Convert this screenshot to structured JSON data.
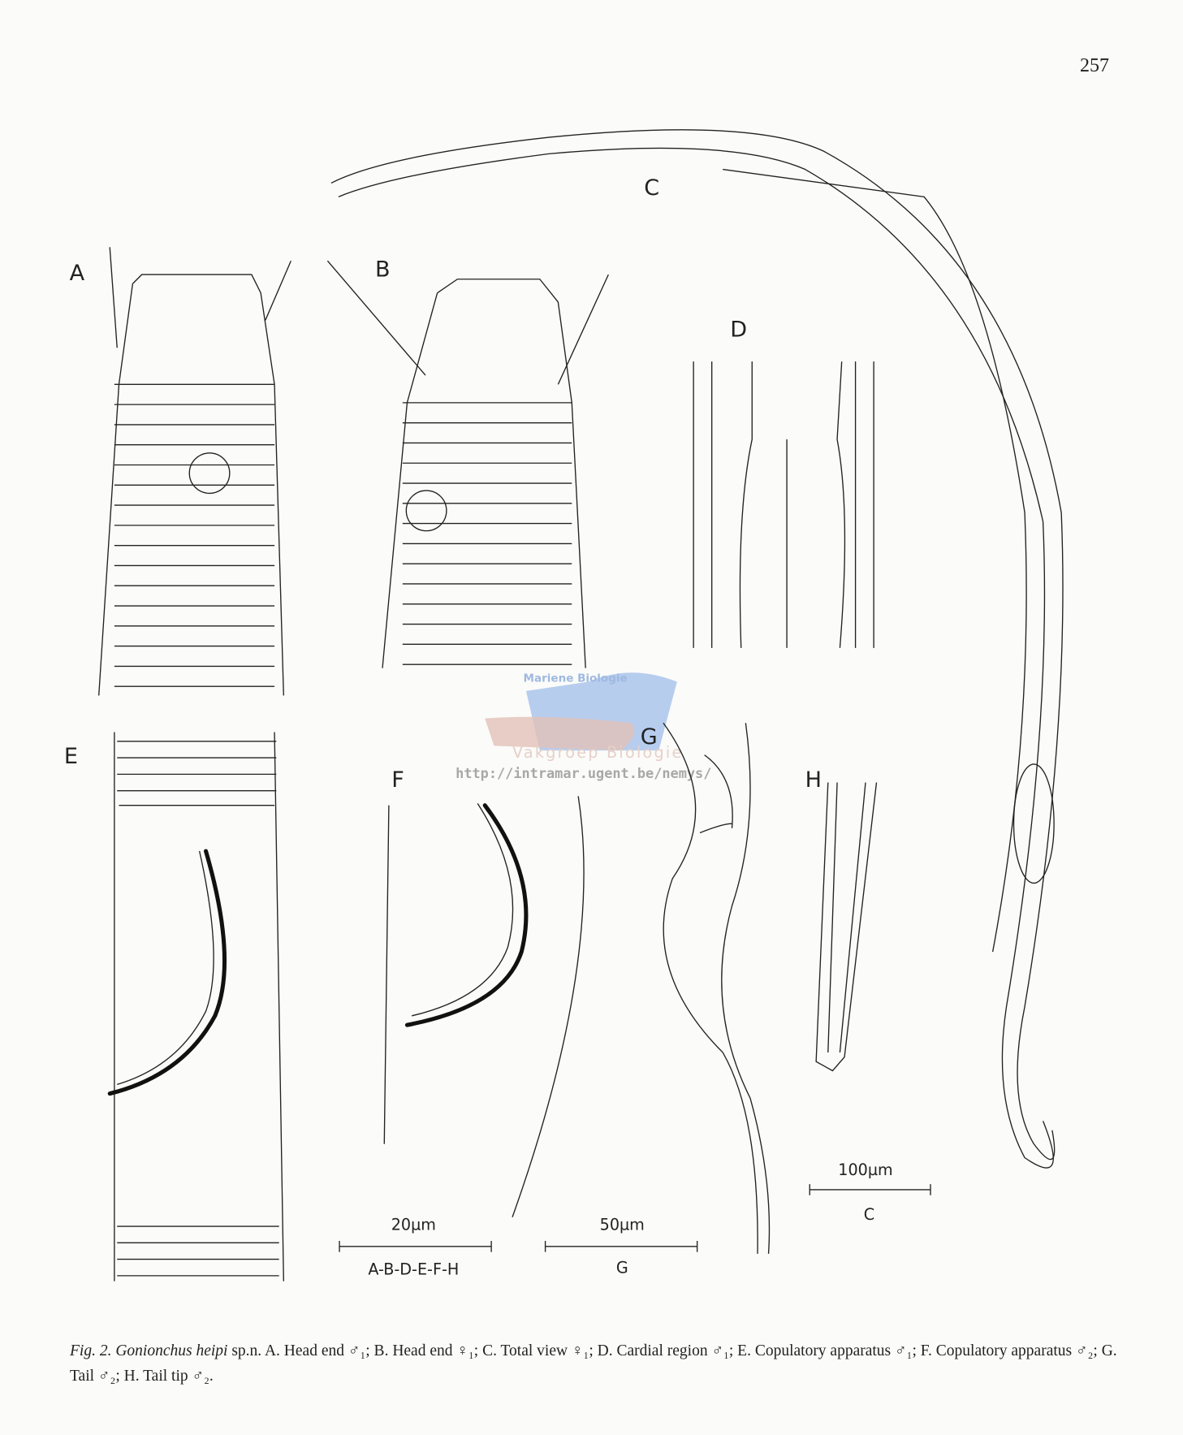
{
  "page_number": "257",
  "panel_labels": {
    "A": "A",
    "B": "B",
    "C": "C",
    "D": "D",
    "E": "E",
    "F": "F",
    "G": "G",
    "H": "H"
  },
  "scale_bars": [
    {
      "value": "100µm",
      "applies_to": "C"
    },
    {
      "value": "20µm",
      "applies_to": "A-B-D-E-F-H"
    },
    {
      "value": "50µm",
      "applies_to": "G"
    }
  ],
  "watermark": {
    "title": "Mariene Biologie",
    "subtitle": "Vakgroep Biologie",
    "url": "http://intramar.ugent.be/nemys/",
    "colors": {
      "blue": "#b7cdee",
      "brown": "#e2c2b8"
    }
  },
  "caption": {
    "fig_label": "Fig. 2.",
    "species": "Gonionchus heipi",
    "text": " sp.n. A. Head end ♂₁; B. Head end ♀₁; C. Total view ♀₁; D. Cardial region ♂₁; E. Copulatory apparatus ♂₁; F. Copulatory apparatus ♂₂; G. Tail ♂₂; H. Tail tip ♂₂."
  }
}
